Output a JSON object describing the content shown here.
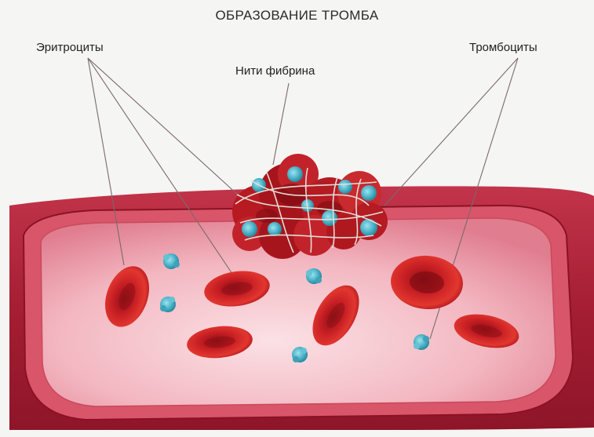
{
  "title": "ОБРАЗОВАНИЕ ТРОМБА",
  "labels": {
    "erythrocytes": "Эритроциты",
    "fibrin": "Нити фибрина",
    "platelets": "Тромбоциты"
  },
  "colors": {
    "background": "#f5f5f3",
    "vessel_wall": "#b3263a",
    "lumen": "#f1b3bd",
    "erythrocyte": "#d82a2c",
    "platelet": "#4fb6c9",
    "fibrin": "#d9d4cf",
    "leader_line": "#7a6a6a"
  }
}
